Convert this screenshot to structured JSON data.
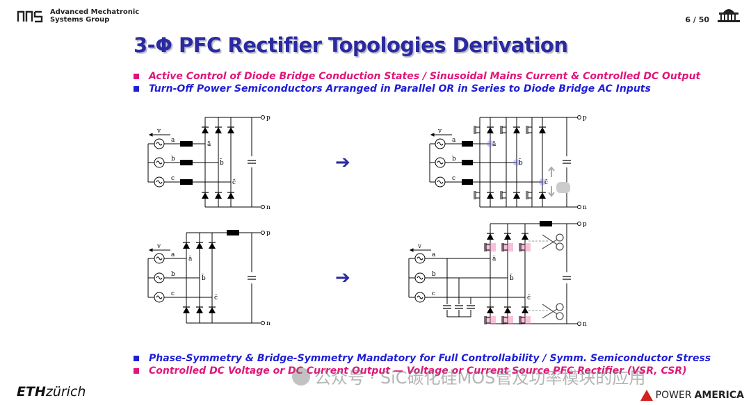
{
  "header": {
    "group_line1": "Advanced Mechatronic",
    "group_line2": "Systems Group",
    "page": "6 / 50"
  },
  "title": "3-Φ PFC Rectifier Topologies Derivation",
  "bullets_top": [
    {
      "text": "Active Control of Diode Bridge Conduction States / Sinusoidal Mains Current & Controlled DC Output",
      "color": "#e0157a"
    },
    {
      "text": "Turn-Off Power Semiconductors Arranged in Parallel OR in Series to Diode Bridge AC Inputs",
      "color": "#1f1fd6"
    }
  ],
  "bullets_bottom": [
    {
      "text": "Phase-Symmetry & Bridge-Symmetry Mandatory for Full Controllability / Symm. Semiconductor Stress",
      "color": "#1f1fd6"
    },
    {
      "text": "Controlled DC Voltage or DC Current Output — Voltage or Current Source PFC Rectifier (VSR, CSR)",
      "color": "#e0157a"
    }
  ],
  "circuit_labels": {
    "p": "p",
    "n": "n",
    "a": "a",
    "b": "b",
    "c": "c",
    "abar": "ā",
    "bbar": "b̄",
    "cbar": "c̄",
    "va": "v"
  },
  "arrows": [
    "➔",
    "➔"
  ],
  "footer": {
    "eth_bold": "ETH",
    "eth_rest": "zürich",
    "power": "POWER",
    "america": "AMERICA",
    "watermark": "公众号 · SiC碳化硅MOS管及功率模块的应用"
  }
}
